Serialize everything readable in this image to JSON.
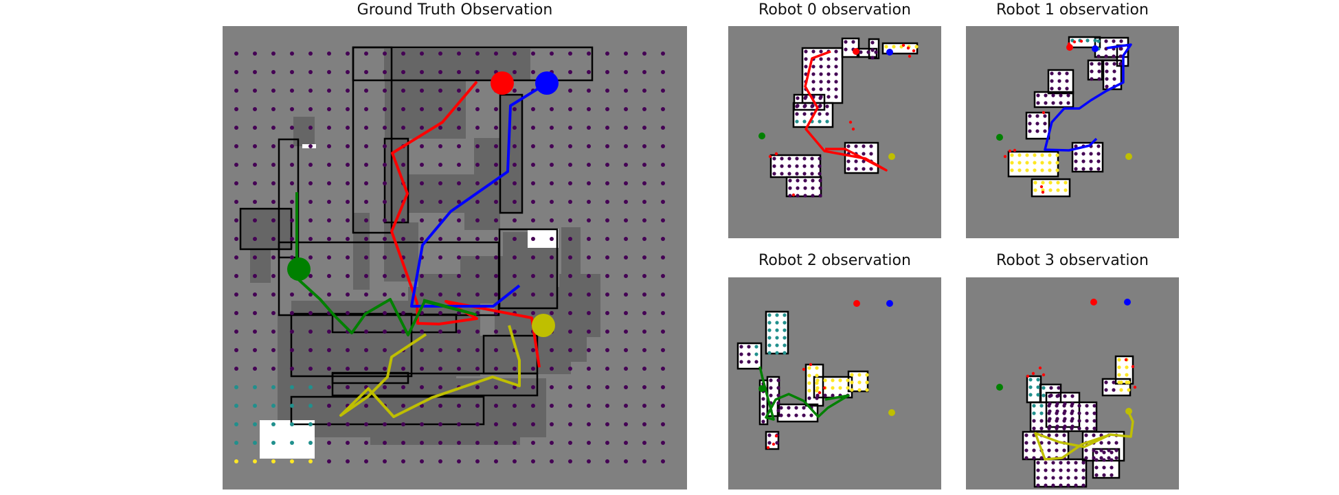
{
  "titles": {
    "ground_truth": "Ground Truth Observation",
    "robot0": "Robot 0 observation",
    "robot1": "Robot 1 observation",
    "robot2": "Robot 2 observation",
    "robot3": "Robot 3 observation"
  },
  "colors": {
    "unknown": "#808080",
    "explored_gt": "#666666",
    "explored_robot": "#ffffff",
    "wall": "#000000",
    "frontier": "#ff0000",
    "dot_low": "#440154",
    "dot_mid": "#21908d",
    "dot_midhi": "#5ec962",
    "dot_high": "#fde725",
    "robot0": "#ff0000",
    "robot1": "#0000ff",
    "robot2": "#008000",
    "robot3": "#bfbf00"
  },
  "robot_names": [
    "Robot 0",
    "Robot 1",
    "Robot 2",
    "Robot 3"
  ]
}
